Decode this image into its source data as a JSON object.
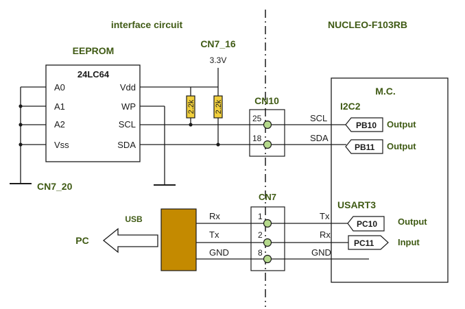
{
  "headings": {
    "interface": "interface circuit",
    "board": "NUCLEO-F103RB"
  },
  "eeprom": {
    "title": "EEPROM",
    "part": "24LC64",
    "pins_left": [
      "A0",
      "A1",
      "A2",
      "Vss"
    ],
    "pins_right": [
      "Vdd",
      "WP",
      "SCL",
      "SDA"
    ],
    "ground_label": "CN7_20"
  },
  "supply": {
    "label": "CN7_16",
    "voltage": "3.3V"
  },
  "resistors": [
    "2.2k",
    "2.2k"
  ],
  "cn10": {
    "label": "CN10",
    "pins": [
      "25",
      "18"
    ]
  },
  "i2c": {
    "signals": [
      "SCL",
      "SDA"
    ],
    "block_label": "I2C2",
    "ports": [
      {
        "name": "PB10",
        "direction": "Output"
      },
      {
        "name": "PB11",
        "direction": "Output"
      }
    ]
  },
  "mcu": {
    "label": "M.C."
  },
  "cn7": {
    "label": "CN7",
    "pins": [
      "1",
      "2",
      "8"
    ]
  },
  "usb": {
    "label": "USB",
    "pc_label": "PC",
    "wires": [
      "Rx",
      "Tx",
      "GND"
    ]
  },
  "usart": {
    "block_label": "USART3",
    "signals": [
      "Tx",
      "Rx",
      "GND"
    ],
    "ports": [
      {
        "name": "PC10",
        "direction": "Output"
      },
      {
        "name": "PC11",
        "direction": "Input"
      }
    ]
  },
  "colors": {
    "label_green": "#3f5a14",
    "usb_connector": "#c48a00",
    "resistor_fill": "#f1cf3c",
    "pin_fill": "#b5d98c",
    "wire": "#1a1a1a"
  }
}
